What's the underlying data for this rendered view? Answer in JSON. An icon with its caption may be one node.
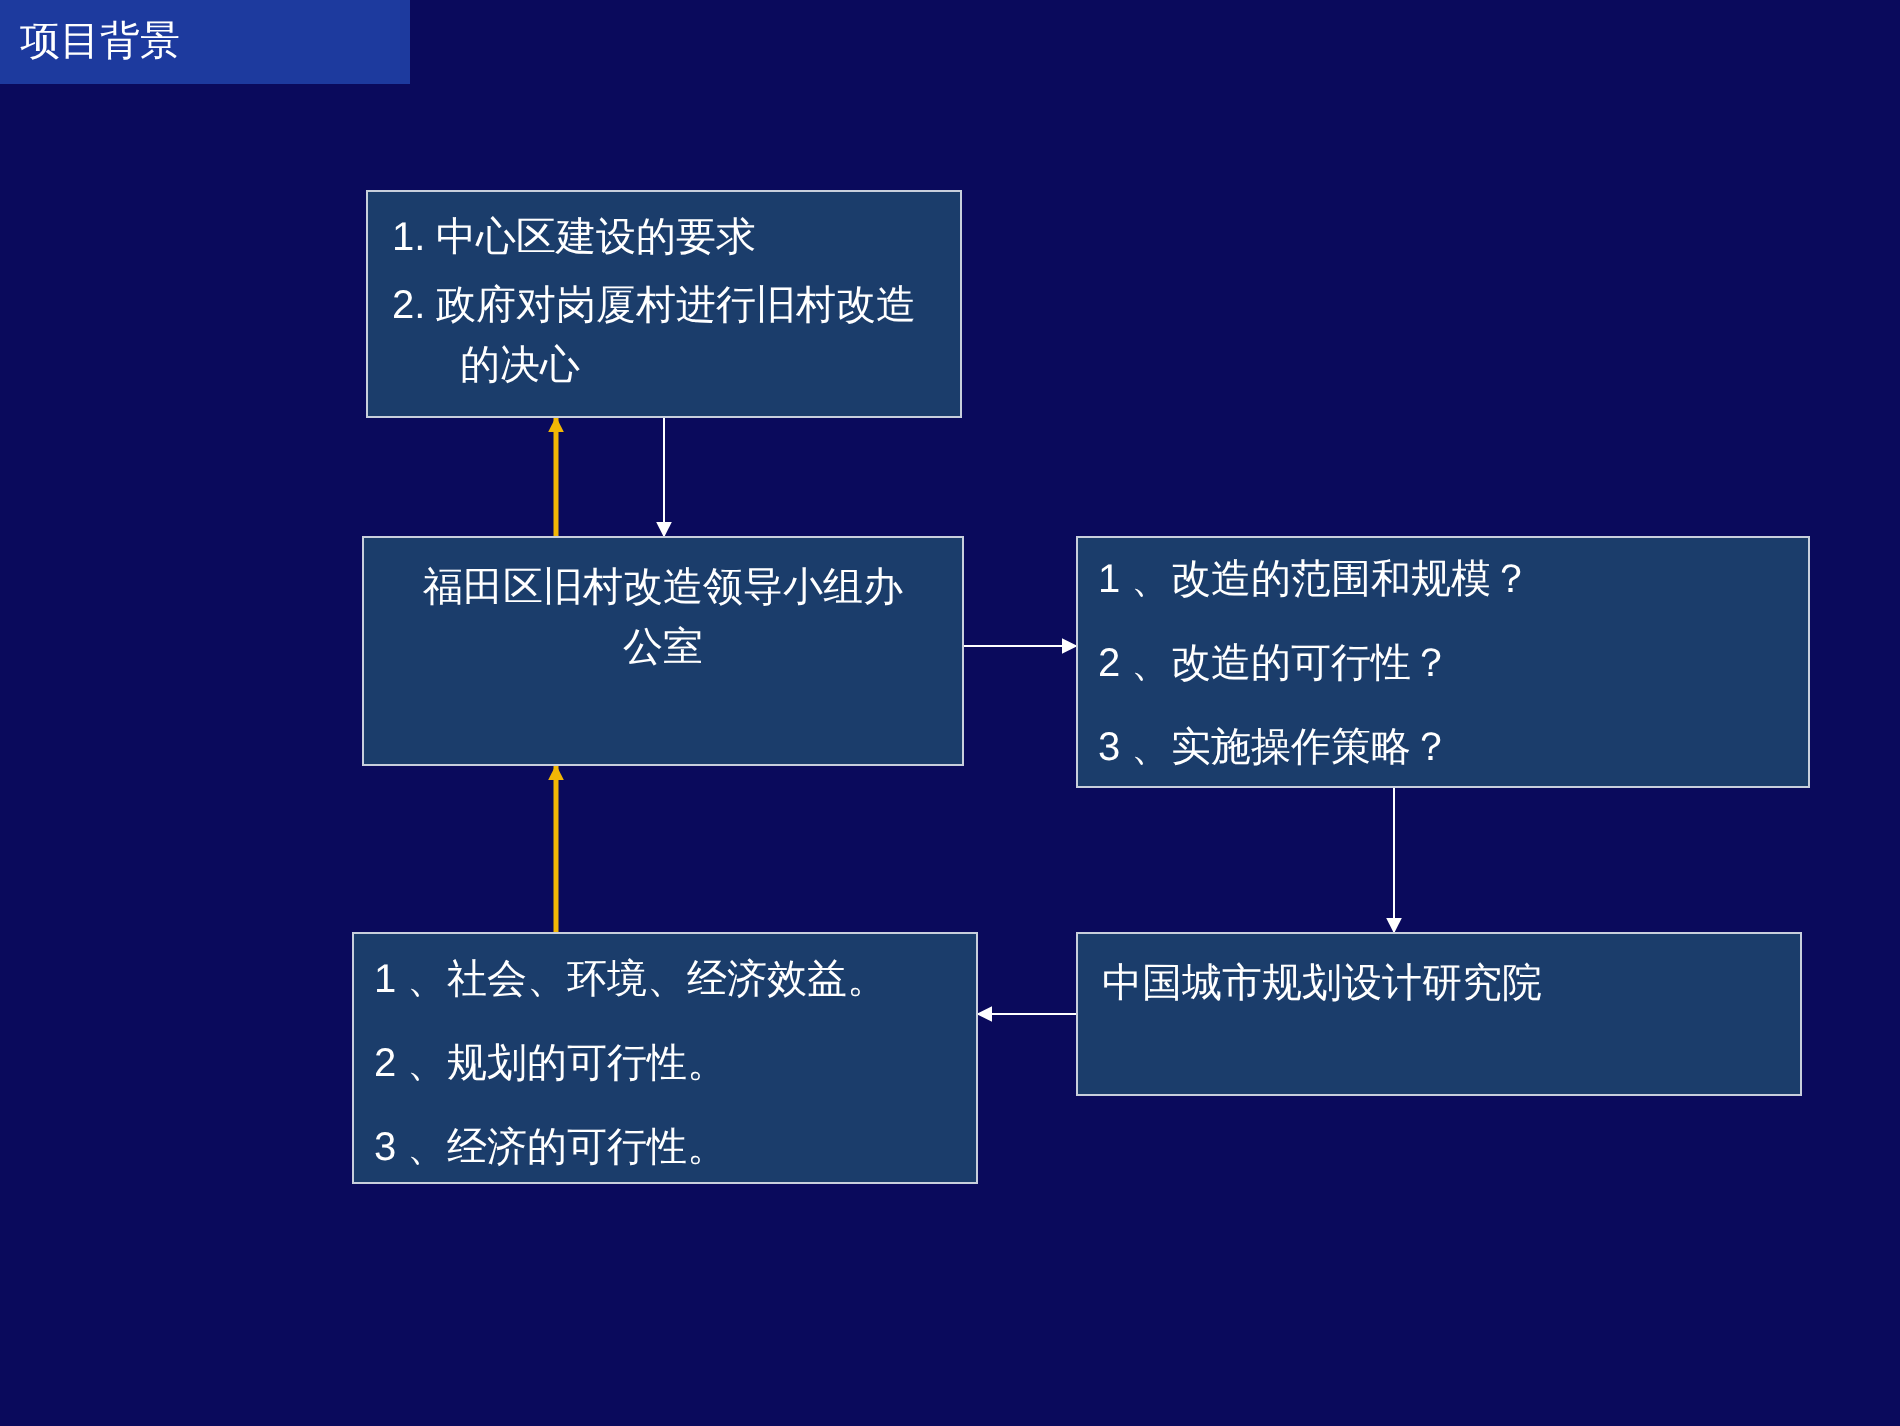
{
  "diagram": {
    "title": "项目背景",
    "nodes": [
      {
        "text": [
          "1. 中心区建设的要求",
          "2. 政府对岗厦村进行旧村改造的决心"
        ]
      },
      {
        "text": [
          "福田区旧村改造领导小组办公室"
        ]
      },
      {
        "text": [
          "1 、改造的范围和规模？",
          "2 、改造的可行性？",
          "3 、实施操作策略？"
        ]
      },
      {
        "text": [
          "中国城市规划设计研究院"
        ]
      },
      {
        "text": [
          "1 、社会、环境、经济效益。",
          "2 、规划的可行性。",
          "3 、经济的可行性。"
        ]
      }
    ],
    "edges": [
      {
        "from": 1,
        "to": 0,
        "arrow": "to",
        "style": "thick",
        "color": "#f2b705"
      },
      {
        "from": 0,
        "to": 1,
        "arrow": "to"
      },
      {
        "from": 1,
        "to": 2,
        "arrow": "to"
      },
      {
        "from": 2,
        "to": 3,
        "arrow": "to"
      },
      {
        "from": 3,
        "to": 4,
        "arrow": "to"
      },
      {
        "from": 4,
        "to": 1,
        "arrow": "to",
        "style": "thick",
        "color": "#f2b705"
      }
    ]
  }
}
